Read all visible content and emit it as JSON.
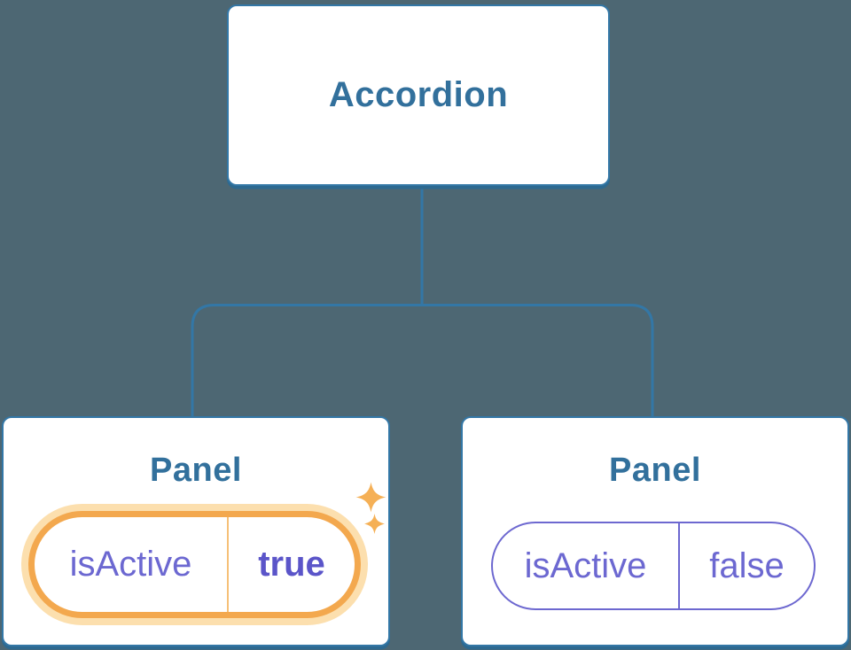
{
  "tree": {
    "root": {
      "label": "Accordion"
    },
    "children": [
      {
        "title": "Panel",
        "state_key": "isActive",
        "state_value": "true",
        "highlighted": true
      },
      {
        "title": "Panel",
        "state_key": "isActive",
        "state_value": "false",
        "highlighted": false
      }
    ]
  },
  "icons": {
    "sparkles": "sparkles-icon"
  },
  "colors": {
    "background": "#4d6773",
    "node_border_blue": "#3377a6",
    "node_shadow_blue": "#2d6990",
    "title_blue": "#32709c",
    "connector_blue": "#3377a6",
    "state_text_purple": "#6c68d1",
    "state_value_bold_purple": "#5b55c9",
    "inactive_pill_border_purple": "#6d68d0",
    "highlight_orange": "#f3a84e",
    "highlight_halo_orange": "#fcdfae",
    "pill_divider_orange": "#f6c078",
    "sparkle_orange": "#f5b056"
  }
}
